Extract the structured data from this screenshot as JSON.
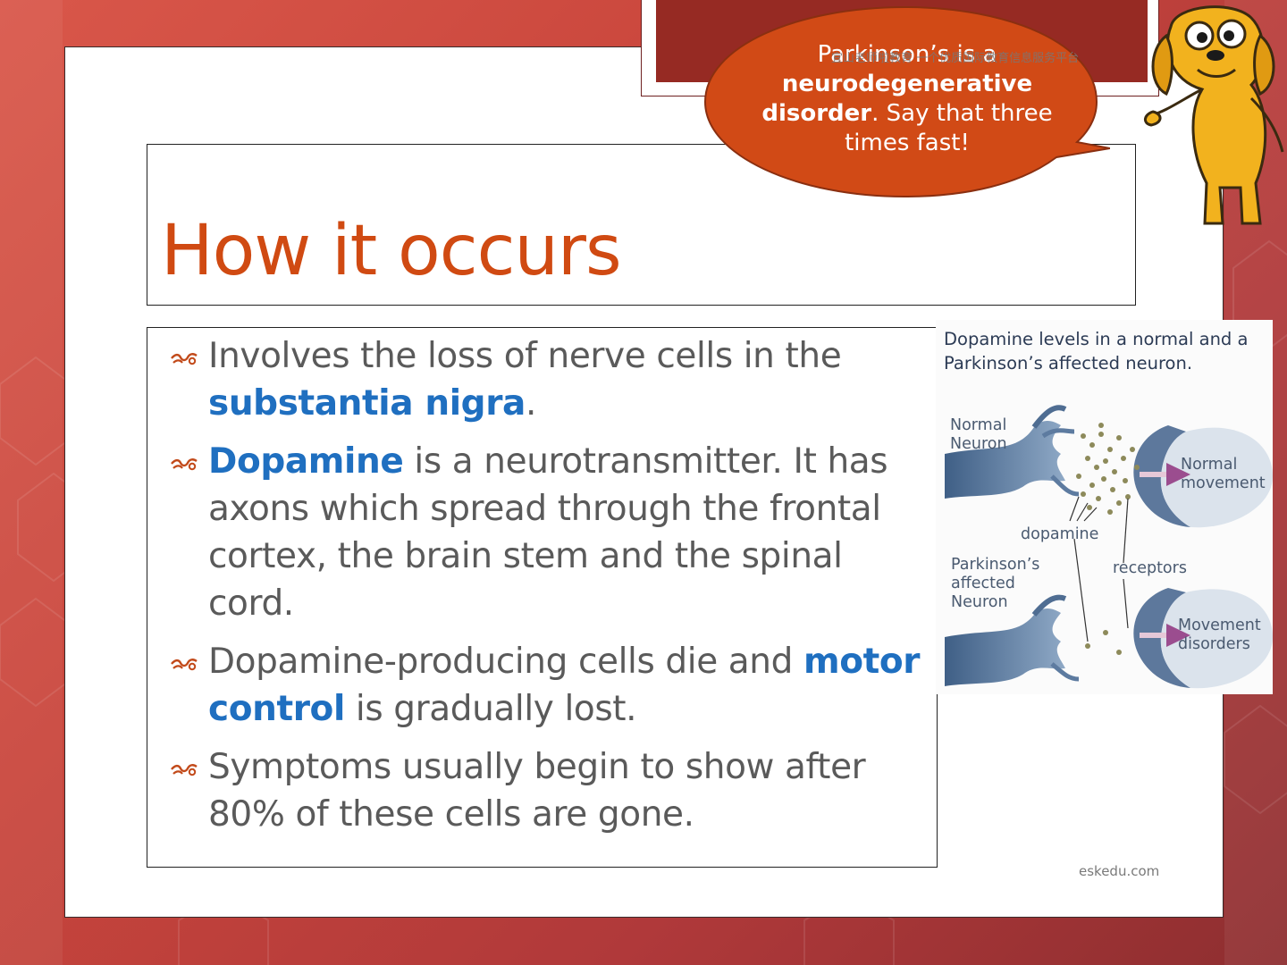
{
  "slide": {
    "title": "How it occurs",
    "bullets": [
      {
        "parts": [
          {
            "text": "Involves the loss of nerve cells in the ",
            "bold": false
          },
          {
            "text": "substantia nigra",
            "bold": true
          },
          {
            "text": ".",
            "bold": false
          }
        ]
      },
      {
        "parts": [
          {
            "text": "Dopamine",
            "bold": true
          },
          {
            "text": " is a neurotransmitter. It has axons which spread through the frontal cortex, the brain stem and the spinal cord.",
            "bold": false
          }
        ]
      },
      {
        "parts": [
          {
            "text": "Dopamine-producing cells die and ",
            "bold": false
          },
          {
            "text": "motor control",
            "bold": true
          },
          {
            "text": " is gradually lost.",
            "bold": false
          }
        ]
      },
      {
        "parts": [
          {
            "text": "Symptoms usually begin to show after 80% of these cells are gone.",
            "bold": false
          }
        ]
      }
    ],
    "footer_site": "eskedu.com"
  },
  "speech_bubble": {
    "line1": "Parkinson’s is a",
    "bold": "neurodegenerative disorder",
    "rest": ". Say that three times fast!"
  },
  "watermark": "宜山老师啦教育 一个优质国际教育信息服务平台",
  "figure": {
    "title": "Dopamine levels in a normal and a Parkinson’s affected neuron.",
    "labels": {
      "normal_neuron": "Normal\nNeuron",
      "normal_movement": "Normal\nmovement",
      "dopamine": "dopamine",
      "parkinsons_neuron": "Parkinson’s\naffected\nNeuron",
      "receptors": "receptors",
      "movement_disorders": "Movement\ndisorders"
    }
  },
  "colors": {
    "title": "#d04a12",
    "highlight": "#1f6fc0",
    "body_text": "#5a5a5a",
    "bubble": "#d14a16",
    "background": "#c9463c"
  }
}
